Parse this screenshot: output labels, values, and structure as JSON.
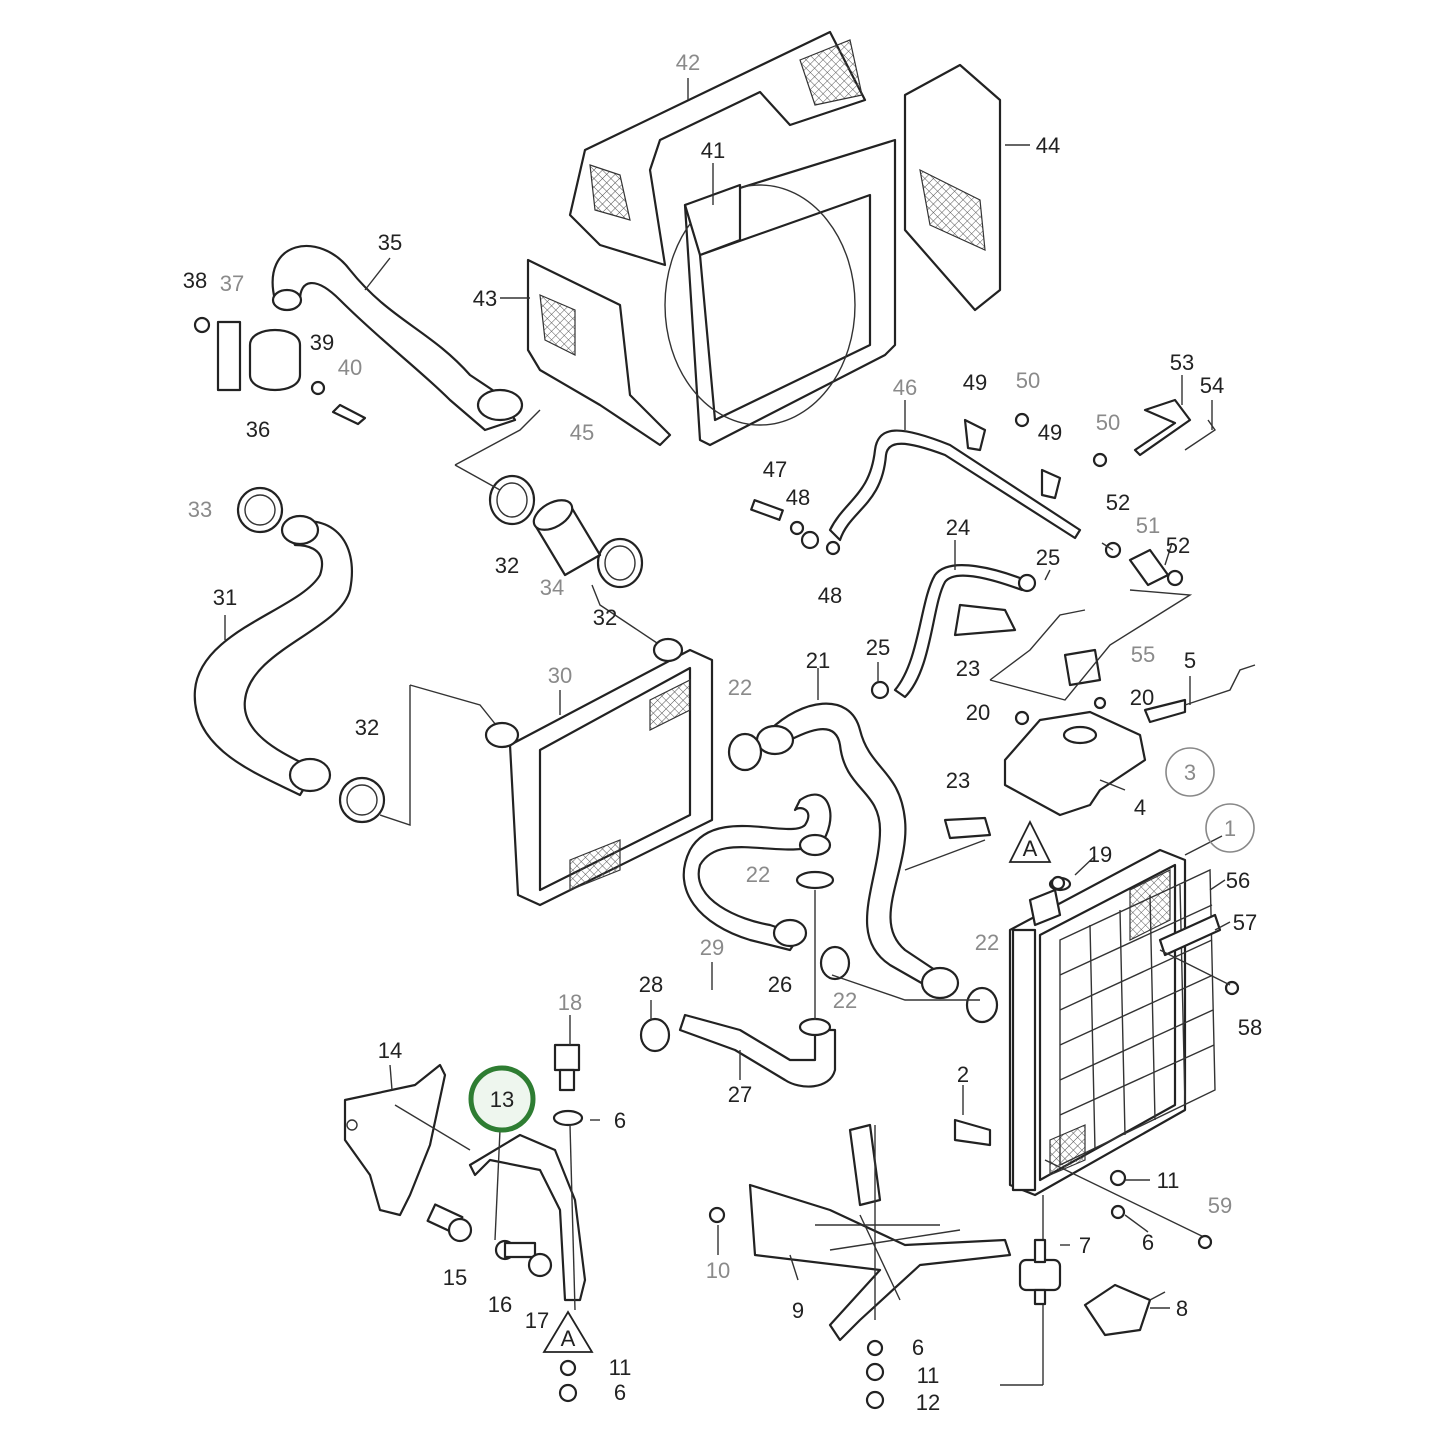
{
  "diagram": {
    "highlighted_part": "13",
    "reference_circles": [
      "1",
      "3"
    ],
    "view_marker": "A",
    "labels": {
      "l1": "1",
      "l2": "2",
      "l3": "3",
      "l4": "4",
      "l5": "5",
      "l6a": "6",
      "l6b": "6",
      "l6c": "6",
      "l6d": "6",
      "l7": "7",
      "l8": "8",
      "l9": "9",
      "l10": "10",
      "l11a": "11",
      "l11b": "11",
      "l11c": "11",
      "l12": "12",
      "l13": "13",
      "l14": "14",
      "l15": "15",
      "l16": "16",
      "l17": "17",
      "l18": "18",
      "l19": "19",
      "l20a": "20",
      "l20b": "20",
      "l21": "21",
      "l22a": "22",
      "l22b": "22",
      "l22c": "22",
      "l22d": "22",
      "l23a": "23",
      "l23b": "23",
      "l24": "24",
      "l25a": "25",
      "l25b": "25",
      "l26": "26",
      "l27": "27",
      "l28": "28",
      "l29": "29",
      "l30": "30",
      "l31": "31",
      "l32a": "32",
      "l32b": "32",
      "l32c": "32",
      "l33": "33",
      "l34": "34",
      "l35": "35",
      "l36": "36",
      "l37": "37",
      "l38": "38",
      "l39": "39",
      "l40": "40",
      "l41": "41",
      "l42": "42",
      "l43": "43",
      "l44": "44",
      "l45": "45",
      "l46": "46",
      "l47": "47",
      "l48a": "48",
      "l48b": "48",
      "l49a": "49",
      "l49b": "49",
      "l50a": "50",
      "l50b": "50",
      "l51": "51",
      "l52a": "52",
      "l52b": "52",
      "l53": "53",
      "l54": "54",
      "l55": "55",
      "l56": "56",
      "l57": "57",
      "l58": "58",
      "l59": "59"
    }
  },
  "colors": {
    "highlight": "#2e7d32",
    "highlight_fill": "#eef6ee",
    "line": "#222222",
    "grey_label": "#8a8a8a"
  }
}
